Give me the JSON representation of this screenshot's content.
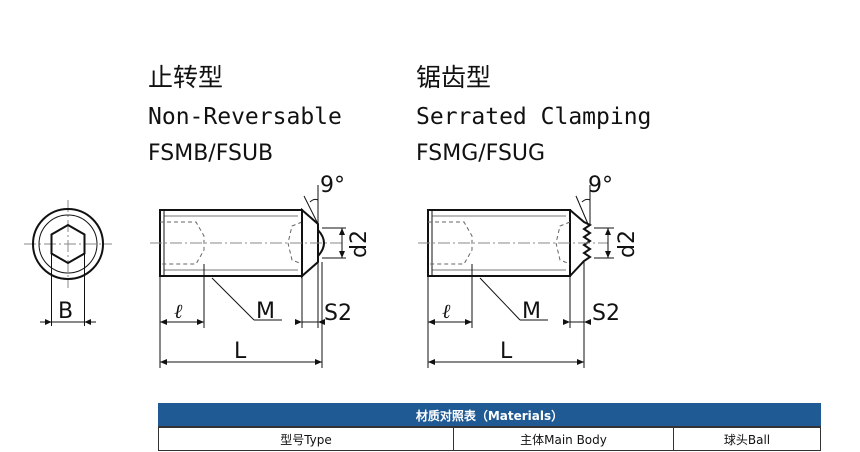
{
  "variant_left": {
    "name_cn": "止转型",
    "name_en": "Non-Reversable",
    "code": "FSMB/FSUB",
    "angle": "9°",
    "dims": {
      "d2": "d2",
      "l": "ℓ",
      "M": "M",
      "S2": "S2",
      "L": "L"
    }
  },
  "variant_right": {
    "name_cn": "锯齿型",
    "name_en": "Serrated Clamping",
    "code": "FSMG/FSUG",
    "angle": "9°",
    "dims": {
      "d2": "d2",
      "l": "ℓ",
      "M": "M",
      "S2": "S2",
      "L": "L"
    }
  },
  "end_view": {
    "dim_B": "B"
  },
  "materials_table": {
    "title": "材质对照表（Materials）",
    "columns": [
      "型号Type",
      "主体Main Body",
      "球头Ball"
    ]
  }
}
